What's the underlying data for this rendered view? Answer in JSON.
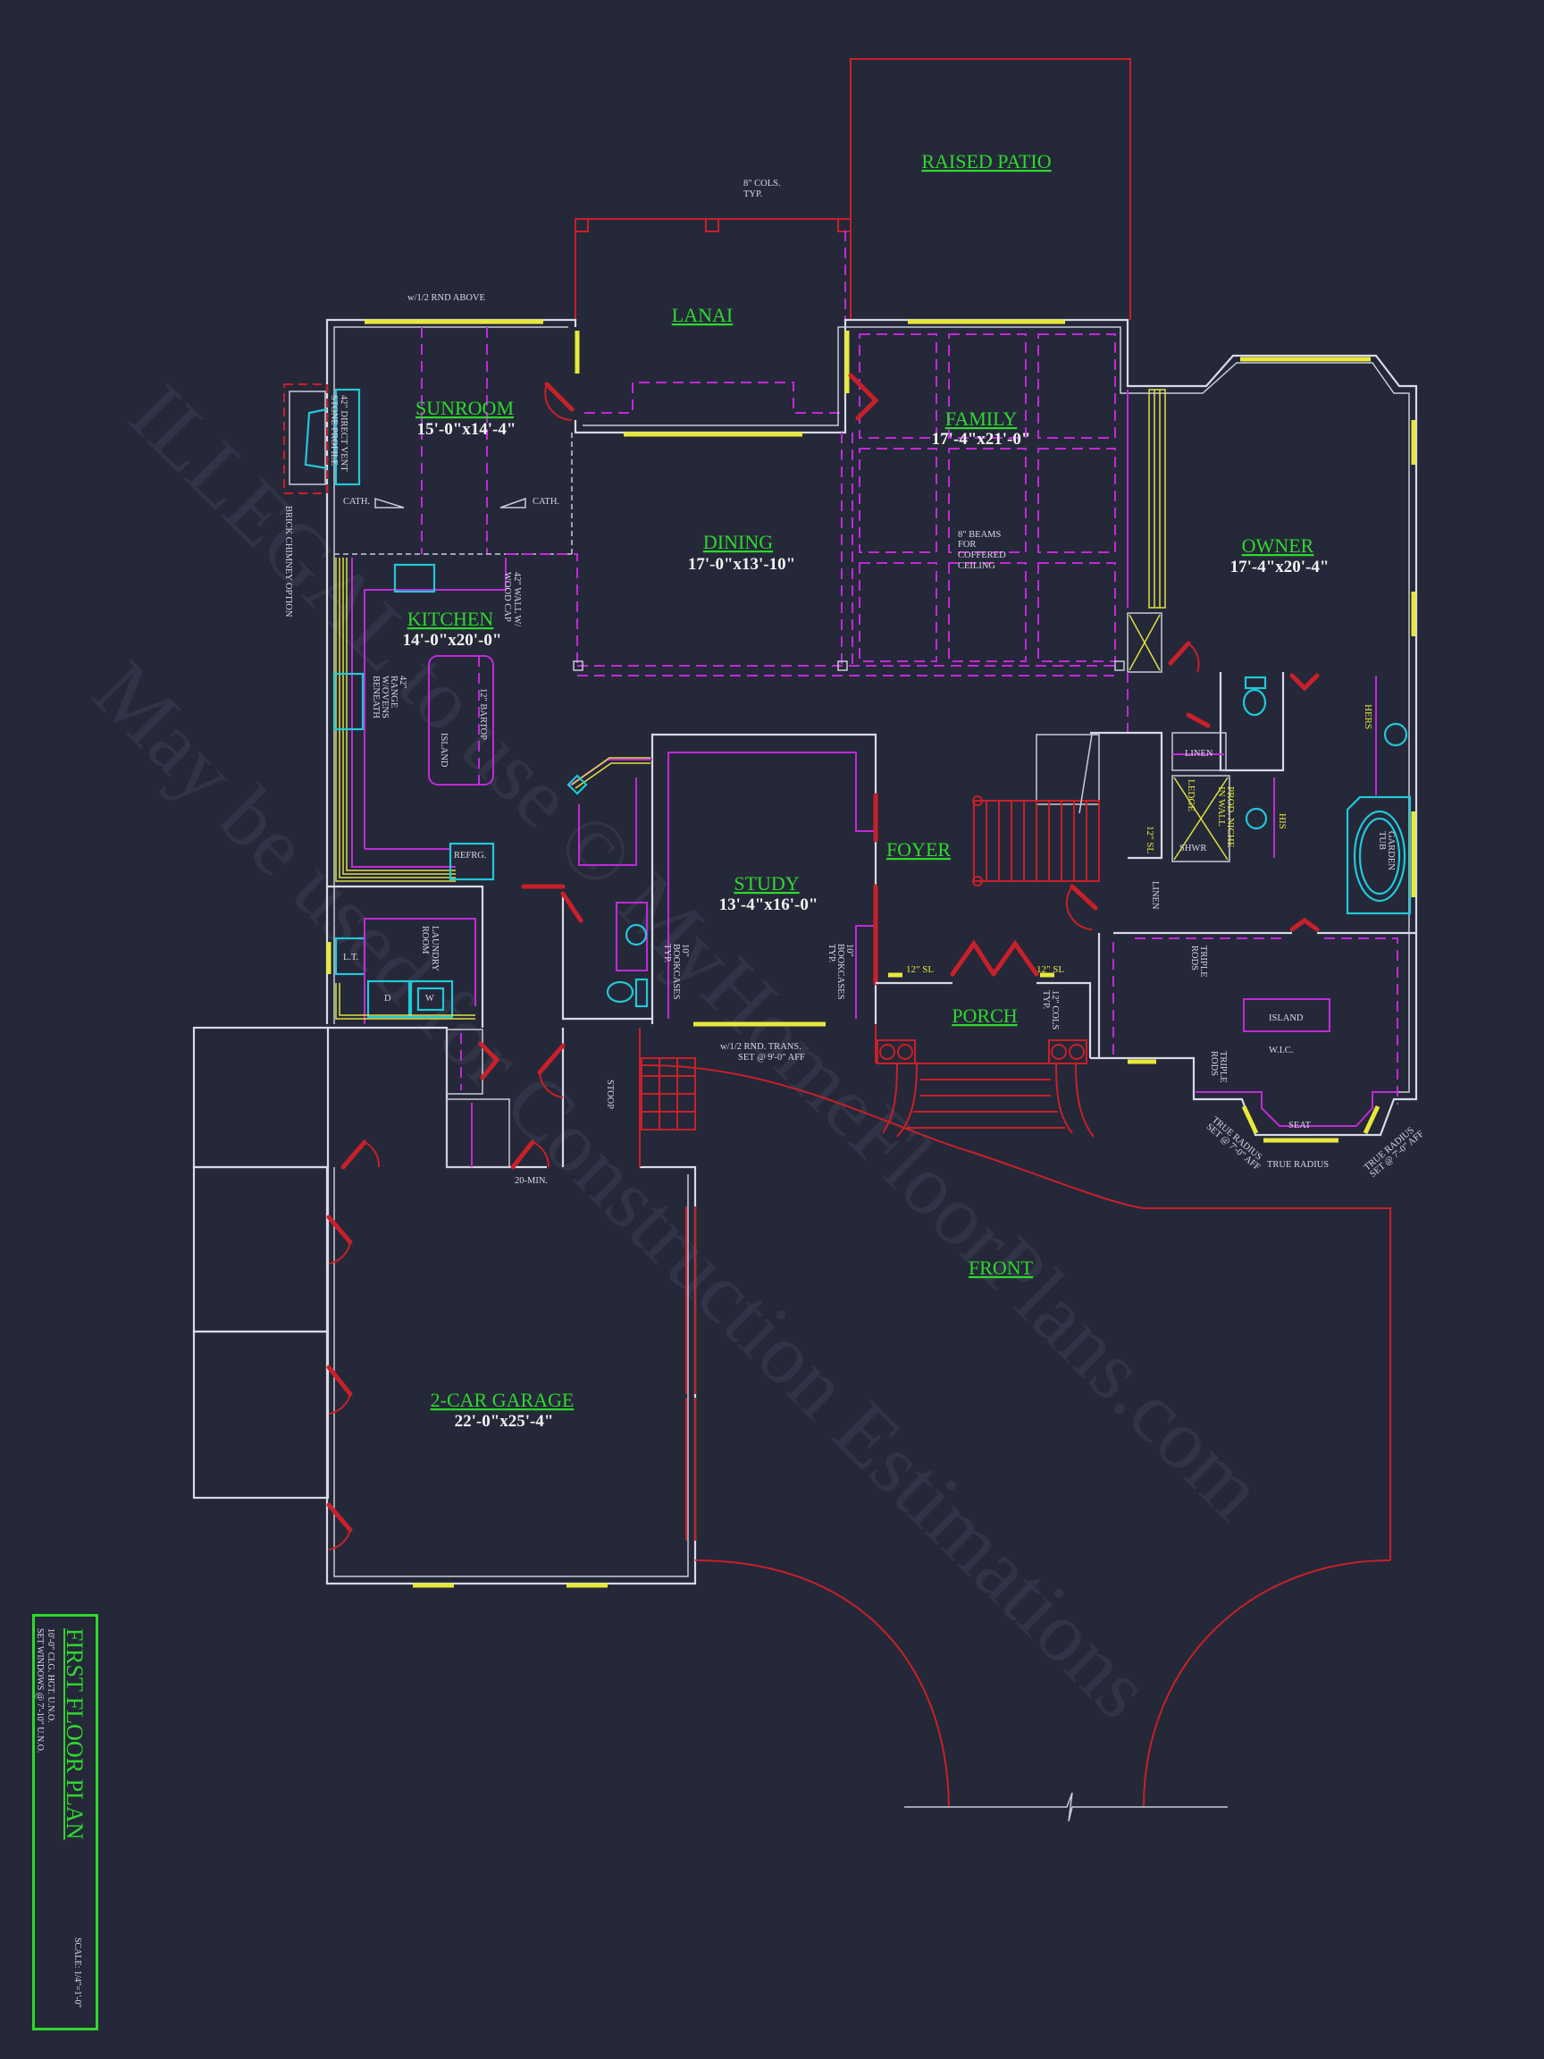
{
  "sheet": {
    "title": "FIRST FLOOR PLAN",
    "notes": [
      "10'-0\" CLG. HGT. U.N.O.",
      "SET WINDOWS @ 7'-10\" U.N.O."
    ],
    "scale": "SCALE: 1/4\"=1'-0\""
  },
  "colors": {
    "background": "#252838",
    "walls": "#d8dbe6",
    "doors_exterior": "#c8202a",
    "cabinets_ceiling": "#c02ad8",
    "fixtures": "#21c8d8",
    "windows": "#e8e83a",
    "room_labels": "#2ed82e"
  },
  "rooms": {
    "raised_patio": {
      "name": "RAISED PATIO"
    },
    "lanai": {
      "name": "LANAI"
    },
    "sunroom": {
      "name": "SUNROOM",
      "size": "15'-0\"x14'-4\""
    },
    "family": {
      "name": "FAMILY",
      "size": "17'-4\"x21'-0\""
    },
    "dining": {
      "name": "DINING",
      "size": "17'-0\"x13'-10\""
    },
    "owner": {
      "name": "OWNER",
      "size": "17'-4\"x20'-4\""
    },
    "kitchen": {
      "name": "KITCHEN",
      "size": "14'-0\"x20'-0\""
    },
    "study": {
      "name": "STUDY",
      "size": "13'-4\"x16'-0\""
    },
    "foyer": {
      "name": "FOYER"
    },
    "porch": {
      "name": "PORCH"
    },
    "front": {
      "name": "FRONT"
    },
    "garage": {
      "name": "2-CAR GARAGE",
      "size": "22'-0\"x25'-4\""
    }
  },
  "notes": {
    "cols": [
      "8\" COLS.",
      "TYP."
    ],
    "rnd_above": "w/1/2 RND ABOVE",
    "fireplace": [
      "42\" DIRECT VENT",
      "STONE PROFILE"
    ],
    "chimney": "BRICK CHIMNEY OPTION",
    "cath_left": "CATH.",
    "cath_right": "CATH.",
    "wall_cap": [
      "42\" WALL W/",
      "WOOD CAP"
    ],
    "range": [
      "42\"",
      "RANGE",
      "W/OVENS",
      "BENEATH"
    ],
    "bartop": "12\" BARTOP",
    "island": "ISLAND",
    "refrg": "REFRG.",
    "beams": [
      "8\" BEAMS",
      "FOR",
      "COFFERED",
      "CEILING"
    ],
    "laundry": [
      "LAUNDRY",
      "ROOM"
    ],
    "lt": "L.T.",
    "dryer": "D",
    "washer": "W",
    "bookcases_left": [
      "10\"",
      "BOOKCASES",
      "TYP."
    ],
    "bookcases_right": [
      "10\"",
      "BOOKCASES",
      "TYP."
    ],
    "sl_left": "12\" SL",
    "sl_right": "12\" SL",
    "porch_cols": [
      "12\" COLS",
      "TYP."
    ],
    "stoop": "STOOP",
    "trans": [
      "w/1/2 RND. TRANS.",
      "SET @ 9'-0\" AFF"
    ],
    "twenty_min": "20-MIN.",
    "linen_top": "LINEN",
    "linen_bottom": "LINEN",
    "stair_sl": "12\" SL",
    "ledge": "LEDGE",
    "niche": [
      "PROD. NICHE",
      "IN WALL"
    ],
    "shwr": "SHWR",
    "his": "HIS",
    "hers": "HERS",
    "tub": [
      "GARDEN",
      "TUB"
    ],
    "triple_rods_top": [
      "TRIPLE",
      "RODS"
    ],
    "triple_rods_bottom": [
      "TRIPLE",
      "RODS"
    ],
    "wic_island": "ISLAND",
    "wic": "W.I.C.",
    "seat": "SEAT",
    "true_radius": "TRUE RADIUS",
    "true_radius_left": [
      "TRUE RADIUS",
      "SET @ 7'-0\" AFF"
    ],
    "true_radius_right": [
      "TRUE RADIUS",
      "SET @ 7'-0\" AFF"
    ]
  },
  "watermark": {
    "line1": "ILLEGAL to use © MyHomeFloorPlans.com",
    "line2": "May be used for Construction Estimations"
  }
}
